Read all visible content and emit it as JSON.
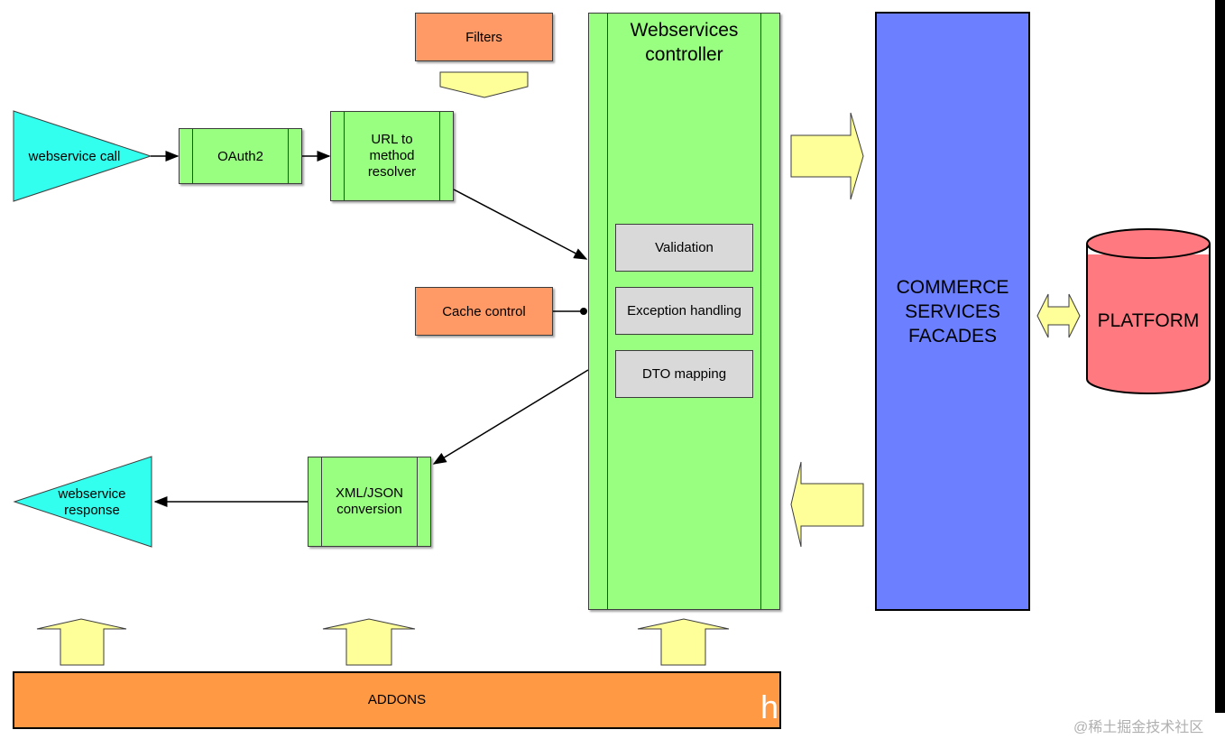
{
  "nodes": {
    "webservice_call": "webservice call",
    "oauth2": "OAuth2",
    "url_resolver": "URL to\nmethod\nresolver",
    "filters": "Filters",
    "cache_control": "Cache control",
    "controller_title": "Webservices\ncontroller",
    "validation": "Validation",
    "exception_handling": "Exception handling",
    "dto_mapping": "DTO mapping",
    "xml_json": "XML/JSON\nconversion",
    "webservice_response": "webservice\nresponse",
    "facades": "COMMERCE\nSERVICES\nFACADES",
    "platform": "PLATFORM",
    "addons": "ADDONS"
  },
  "overlay_text": "h",
  "watermark": "@稀土掘金技术社区",
  "colors": {
    "green": "#99ff80",
    "orange": "#ff9966",
    "cyan": "#33ffee",
    "blue": "#6b7fff",
    "red": "#ff7a80",
    "yellow": "#ffff99",
    "grey": "#d9d9d9"
  }
}
